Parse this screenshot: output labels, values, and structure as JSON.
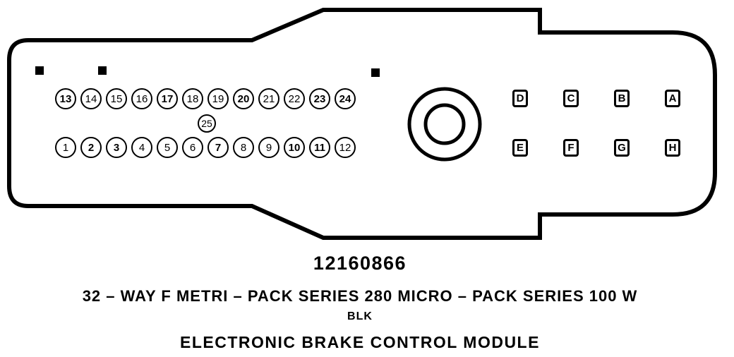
{
  "connector": {
    "part_number": "12160866",
    "series_label": "32 – WAY F METRI – PACK SERIES 280 MICRO – PACK SERIES 100 W",
    "color_code": "BLK",
    "module_name": "ELECTRONIC BRAKE CONTROL MODULE",
    "colors": {
      "outline": "#000000",
      "background": "#ffffff"
    },
    "icons": {
      "index_mark": "filled-square",
      "keyway": "double-circle"
    },
    "pins_top": [
      {
        "label": "13",
        "bold": true
      },
      {
        "label": "14",
        "bold": false
      },
      {
        "label": "15",
        "bold": false
      },
      {
        "label": "16",
        "bold": false
      },
      {
        "label": "17",
        "bold": true
      },
      {
        "label": "18",
        "bold": false
      },
      {
        "label": "19",
        "bold": false
      },
      {
        "label": "20",
        "bold": true
      },
      {
        "label": "21",
        "bold": false
      },
      {
        "label": "22",
        "bold": false
      },
      {
        "label": "23",
        "bold": true
      },
      {
        "label": "24",
        "bold": true
      }
    ],
    "pin_center": {
      "label": "25",
      "bold": false
    },
    "pins_bottom": [
      {
        "label": "1",
        "bold": false
      },
      {
        "label": "2",
        "bold": true
      },
      {
        "label": "3",
        "bold": true
      },
      {
        "label": "4",
        "bold": false
      },
      {
        "label": "5",
        "bold": false
      },
      {
        "label": "6",
        "bold": false
      },
      {
        "label": "7",
        "bold": true
      },
      {
        "label": "8",
        "bold": false
      },
      {
        "label": "9",
        "bold": false
      },
      {
        "label": "10",
        "bold": true
      },
      {
        "label": "11",
        "bold": true
      },
      {
        "label": "12",
        "bold": false
      }
    ],
    "letter_pins_top": [
      {
        "label": "D"
      },
      {
        "label": "C"
      },
      {
        "label": "B"
      },
      {
        "label": "A"
      }
    ],
    "letter_pins_bottom": [
      {
        "label": "E"
      },
      {
        "label": "F"
      },
      {
        "label": "G"
      },
      {
        "label": "H"
      }
    ]
  }
}
